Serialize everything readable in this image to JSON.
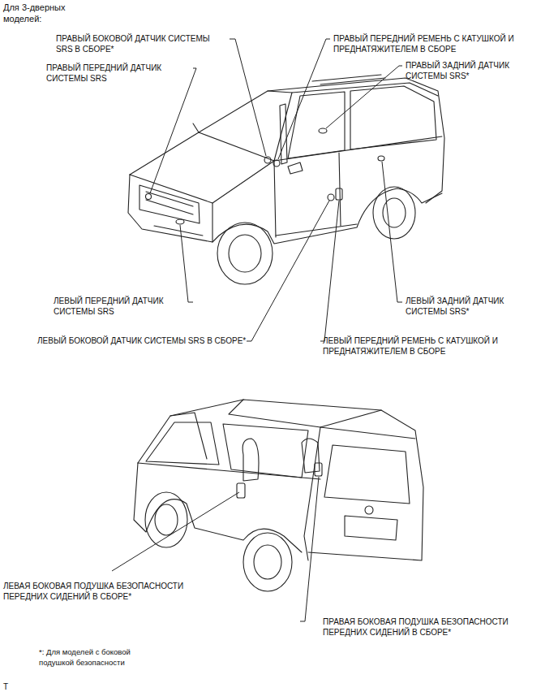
{
  "diagram": {
    "title": "Для 3-дверных моделей:",
    "labels": [
      "ПРАВЫЙ БОКОВОЙ ДАТЧИК СИСТЕМЫ SRS В СБОРЕ*",
      "ПРАВЫЙ ПЕРЕДНИЙ ДАТЧИК СИСТЕМЫ SRS",
      "ПРАВЫЙ ПЕРЕДНИЙ РЕМЕНЬ С КАТУШКОЙ И ПРЕДНАТЯЖИТЕЛЕМ В СБОРЕ",
      "ПРАВЫЙ ЗАДНИЙ ДАТЧИК СИСТЕМЫ SRS*",
      "ЛЕВЫЙ ПЕРЕДНИЙ ДАТЧИК СИСТЕМЫ SRS",
      "ЛЕВЫЙ БОКОВОЙ ДАТЧИК СИСТЕМЫ SRS В СБОРЕ*",
      "ЛЕВЫЙ ЗАДНИЙ ДАТЧИК СИСТЕМЫ SRS*",
      "ЛЕВЫЙ ПЕРЕДНИЙ РЕМЕНЬ С КАТУШКОЙ И ПРЕДНАТЯЖИТЕЛЕМ В СБОРЕ",
      "ЛЕВАЯ БОКОВАЯ ПОДУШКА БЕЗОПАСНОСТИ ПЕРЕДНИХ СИДЕНИЙ В СБОРЕ*",
      "ПРАВАЯ БОКОВАЯ ПОДУШКА БЕЗОПАСНОСТИ ПЕРЕДНИХ СИДЕНИЙ В СБОРЕ*",
      "*: Для моделей с боковой подушкой безопасности",
      "T"
    ]
  }
}
